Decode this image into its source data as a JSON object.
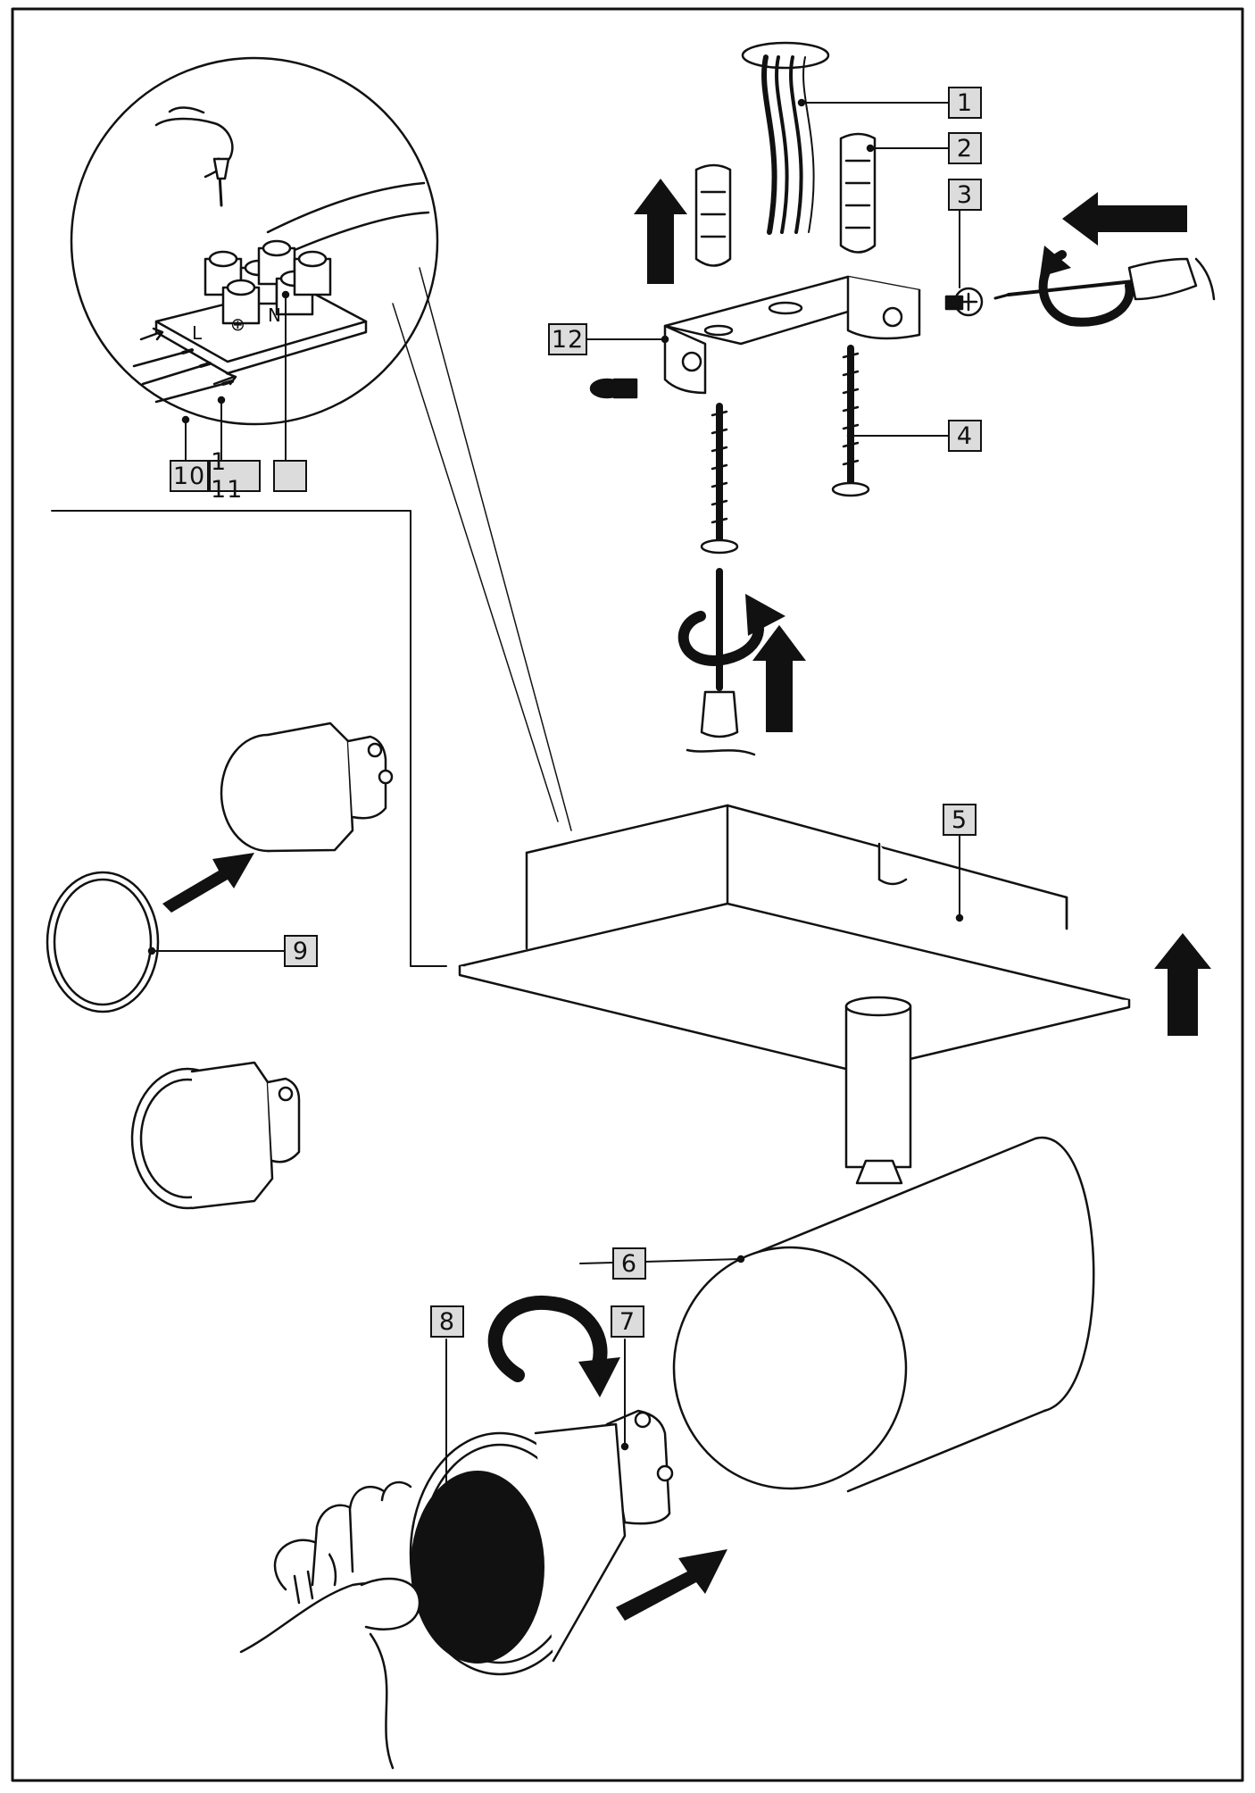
{
  "labels": {
    "l1": "1",
    "l2": "2",
    "l3": "3",
    "l4": "4",
    "l5": "5",
    "l6": "6",
    "l7": "7",
    "l8": "8",
    "l9": "9",
    "l10": "10",
    "l11": "1 11",
    "l12": "12",
    "l13": ""
  },
  "terminal_marks": [
    "L",
    "⊕",
    "N"
  ],
  "colors": {
    "ink": "#111111",
    "label_fill": "#dcdcdc",
    "paper": "#ffffff"
  }
}
